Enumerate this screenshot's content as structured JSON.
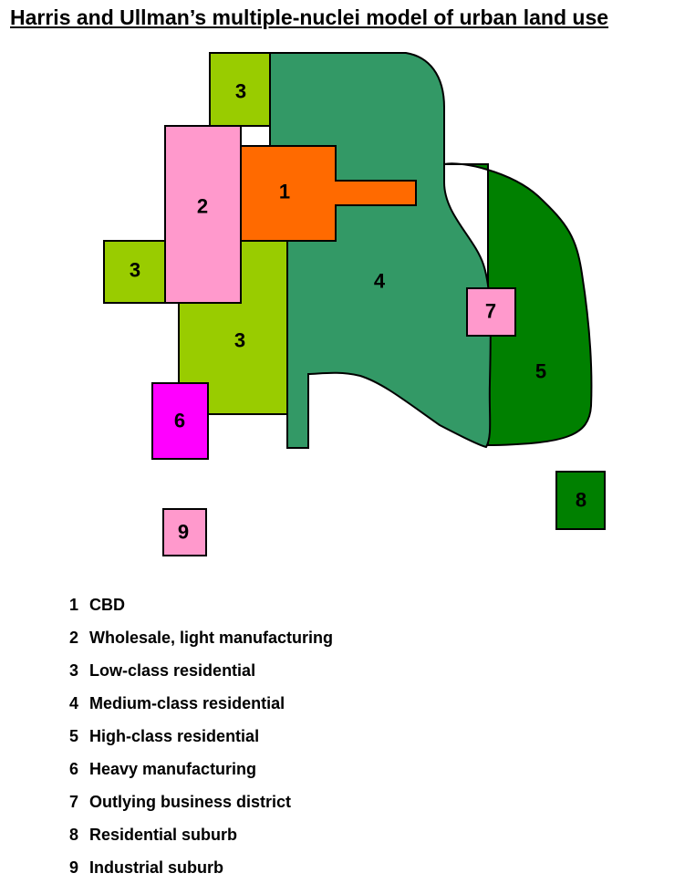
{
  "title": "Harris and Ullman’s multiple-nuclei model of urban land use",
  "colors": {
    "cbd": "#ff6a00",
    "wholesale": "#ff99cc",
    "low_class": "#99cc00",
    "medium_class": "#339966",
    "high_class": "#008000",
    "heavy_manufacturing": "#ff00ff",
    "outline": "#000000"
  },
  "zone_labels": {
    "z1": "1",
    "z2": "2",
    "z3_top": "3",
    "z3_left": "3",
    "z3_mid": "3",
    "z4": "4",
    "z5": "5",
    "z6": "6",
    "z7": "7",
    "z8": "8",
    "z9": "9"
  },
  "legend": [
    {
      "num": "1",
      "label": "CBD"
    },
    {
      "num": "2",
      "label": "Wholesale, light manufacturing"
    },
    {
      "num": "3",
      "label": "Low-class residential"
    },
    {
      "num": "4",
      "label": "Medium-class residential"
    },
    {
      "num": "5",
      "label": "High-class residential"
    },
    {
      "num": "6",
      "label": "Heavy manufacturing"
    },
    {
      "num": "7",
      "label": "Outlying business district"
    },
    {
      "num": "8",
      "label": "Residential suburb"
    },
    {
      "num": "9",
      "label": "Industrial suburb"
    }
  ]
}
